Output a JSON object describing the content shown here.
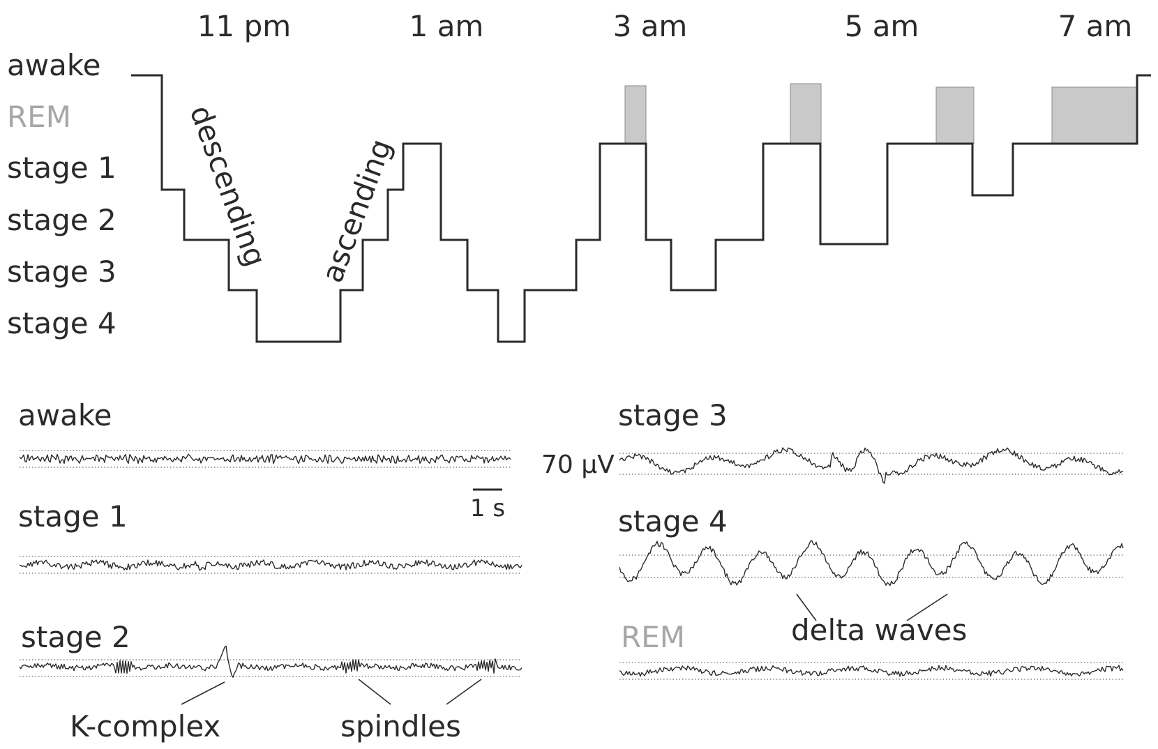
{
  "hypnogram": {
    "time_labels": [
      "11 pm",
      "1 am",
      "3 am",
      "5 am",
      "7 am"
    ],
    "stage_labels": [
      "awake",
      "REM",
      "stage 1",
      "stage 2",
      "stage 3",
      "stage 4"
    ],
    "descending_label": "descending",
    "ascending_label": "ascending"
  },
  "eeg": {
    "awake_title": "awake",
    "stage1_title": "stage 1",
    "stage2_title": "stage 2",
    "stage3_title": "stage 3",
    "stage4_title": "stage 4",
    "rem_title": "REM",
    "amplitude_scale": "70 μV",
    "time_scale": "1 s",
    "kcomplex_label": "K-complex",
    "spindles_label": "spindles",
    "delta_label": "delta waves"
  },
  "colors": {
    "ink": "#2a2a2a",
    "rem_text": "#a7a7a7",
    "rem_fill": "#c9c9c9"
  }
}
